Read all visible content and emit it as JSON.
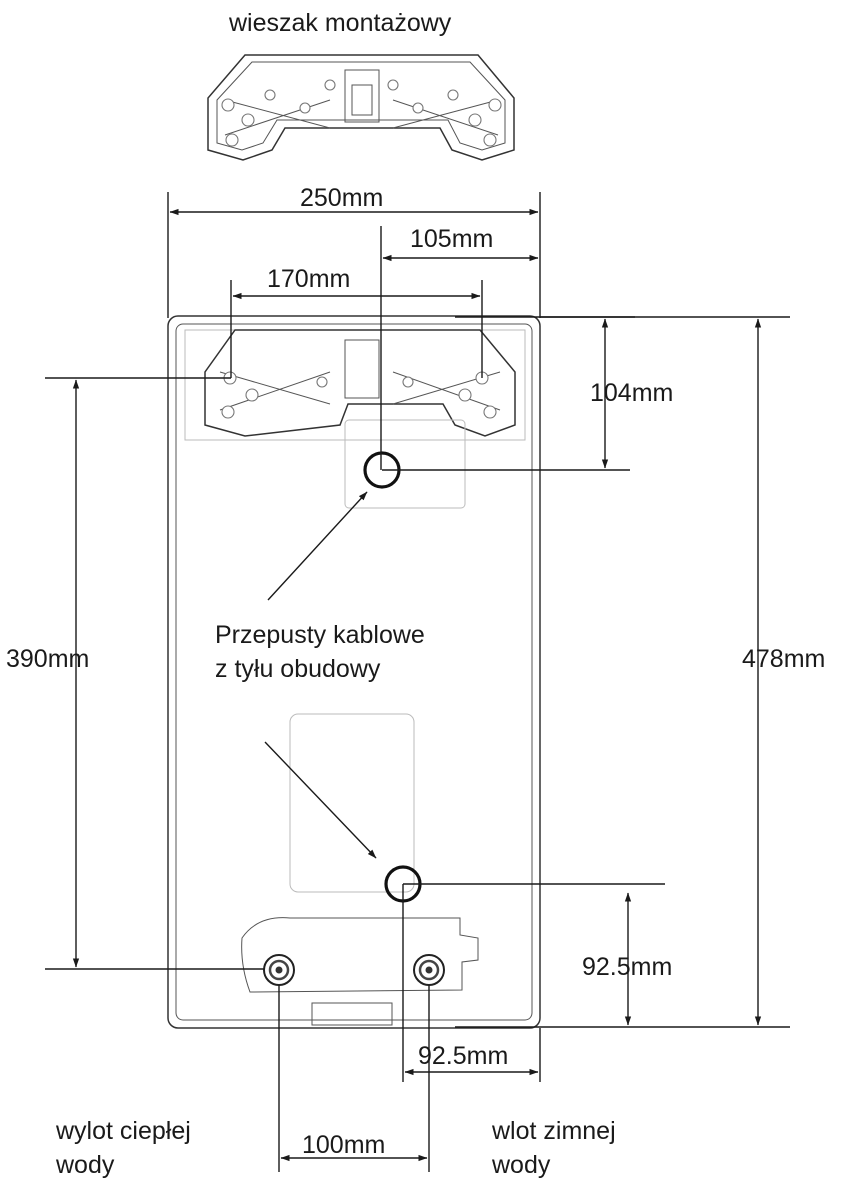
{
  "labels": {
    "bracket": "wieszak montażowy",
    "width_total": "250mm",
    "offset_105": "105mm",
    "bracket_holes": "170mm",
    "top_to_hole": "104mm",
    "mount_height": "390mm",
    "total_height": "478mm",
    "cable_line1": "Przepusty kablowe",
    "cable_line2": "z tyłu obudowy",
    "bottom_hole": "92.5mm",
    "side_offset": "92.5mm",
    "pipe_spacing": "100mm",
    "hot_line1": "wylot ciepłej",
    "hot_line2": "wody",
    "cold_line1": "wlot zimnej",
    "cold_line2": "wody"
  },
  "colors": {
    "line": "#1a1a1a",
    "housing_outline": "#333333",
    "faint_detail": "#bbbbbb"
  },
  "icons": {
    "cable_hole": "circle-ring",
    "connector": "threaded-fitting",
    "dimension_end": "arrowhead"
  }
}
